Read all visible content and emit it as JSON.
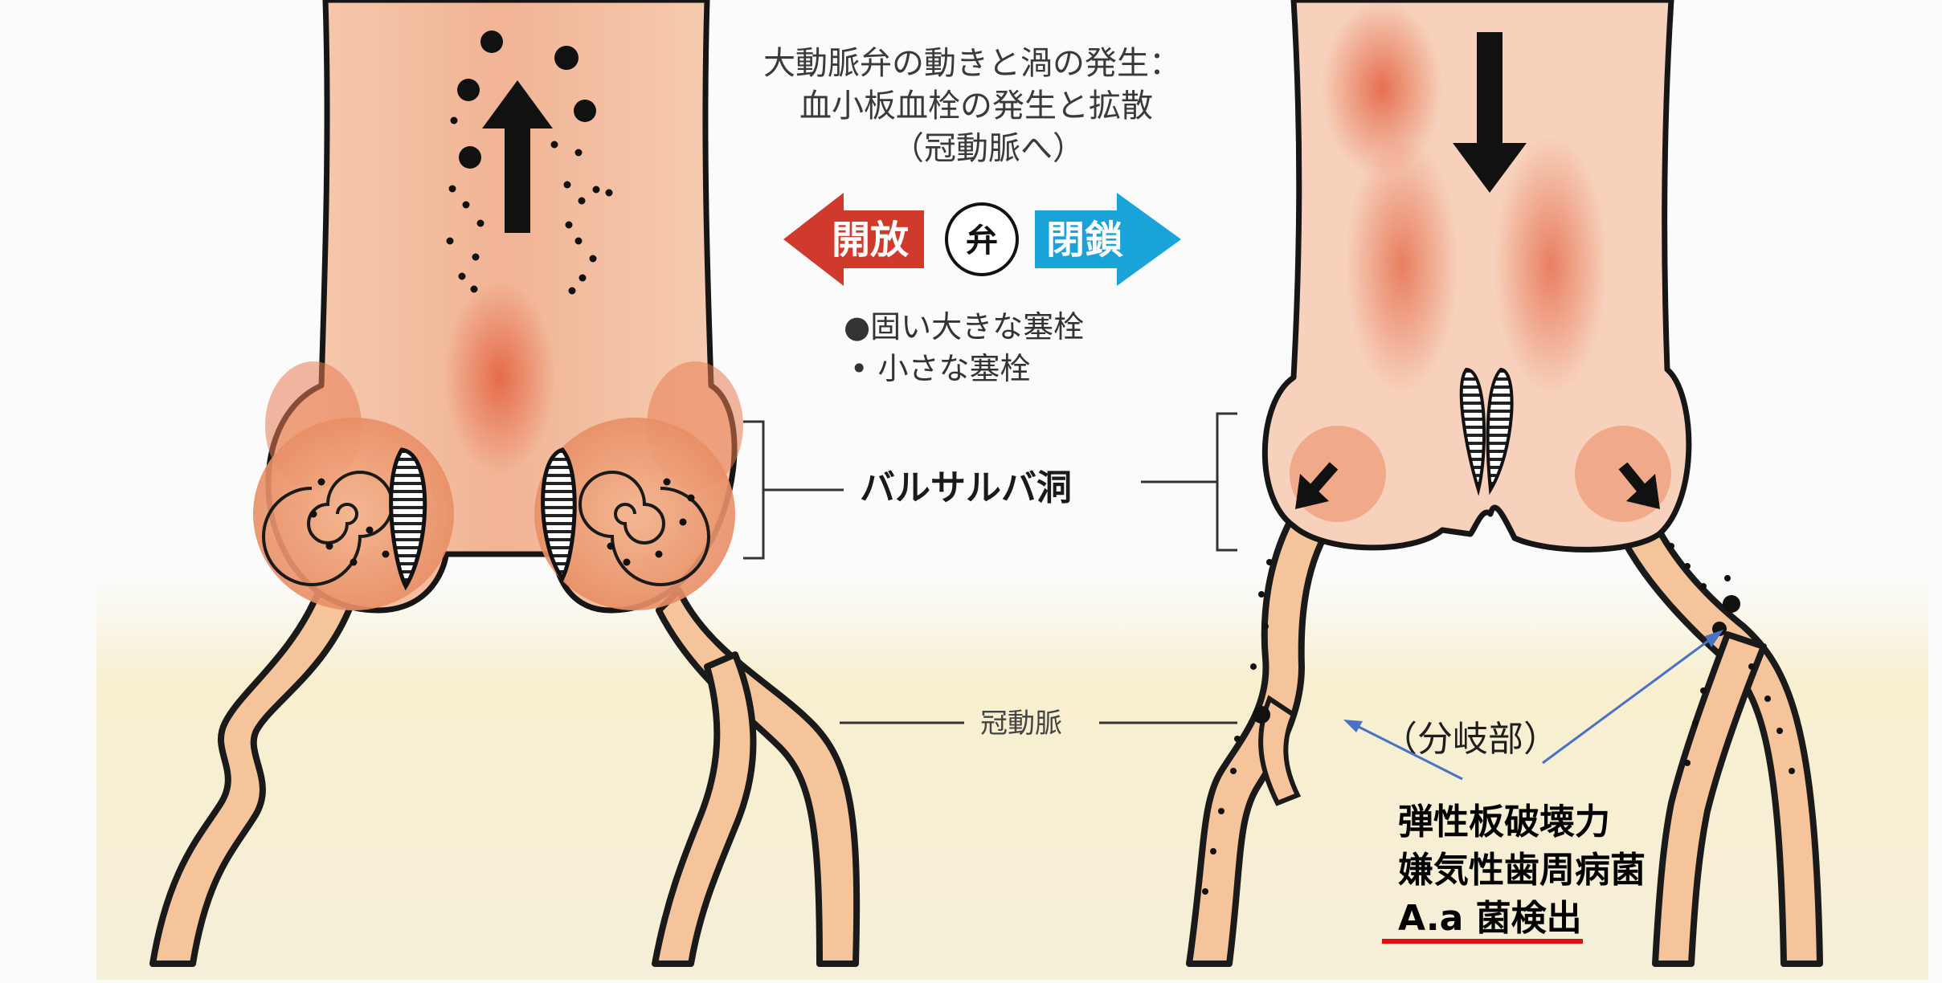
{
  "title": {
    "line1": "大動脈弁の動きと渦の発生：",
    "line2": "血小板血栓の発生と拡散",
    "line3": "（冠動脈へ）"
  },
  "valve_control": {
    "open_label": "開放",
    "valve_label": "弁",
    "close_label": "閉鎖",
    "open_color": "#d03a2c",
    "close_color": "#1aa3d9"
  },
  "legend": {
    "large_embolus": "●固い大きな塞栓",
    "small_embolus": "• 小さな塞栓"
  },
  "labels": {
    "sinus": "バルサルバ洞",
    "coronary": "冠動脈",
    "branch": "（分岐部）"
  },
  "notes": {
    "line1": "弾性板破壊力",
    "line2": "嫌気性歯周病菌",
    "line3": "A.a 菌検出"
  },
  "colors": {
    "aorta_fill": "#f3c2a3",
    "aorta_shade": "#e8794e",
    "sinus_fill": "#ec9f73",
    "coronary_fill": "#f5c49a",
    "background_wash": "#f7f0d2",
    "arrow_line": "#4a72c4",
    "underline": "#e01010"
  },
  "icons": {
    "flow_up": "arrow-up-icon",
    "flow_down": "arrow-down-icon",
    "vortex": "spiral-icon"
  }
}
